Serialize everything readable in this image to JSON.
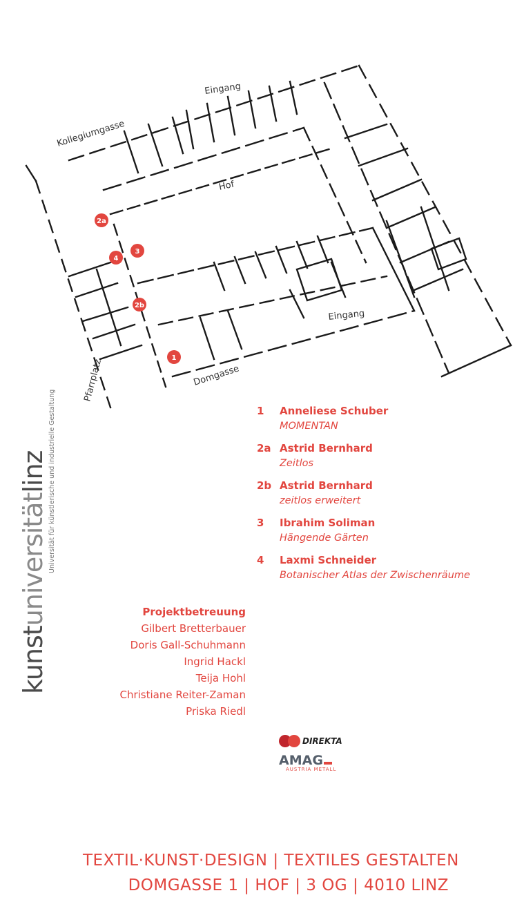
{
  "map": {
    "labels": {
      "eingang_top": "Eingang",
      "kollegiumgasse": "Kollegiumgasse",
      "hof": "Hof",
      "eingang_bottom": "Eingang",
      "domgasse": "Domgasse",
      "pfarrplatz": "Pfarrplatz"
    },
    "markers": [
      "1",
      "2a",
      "2b",
      "3",
      "4"
    ],
    "marker_color": "#e2463f",
    "line_color": "#1a1a1a"
  },
  "logo": {
    "kunst": "kunst",
    "universitaet": "universität",
    "linz": "linz",
    "tagline": "Universität für künstlerische und industrielle Gestaltung"
  },
  "artists": [
    {
      "num": "1",
      "name": "Anneliese Schuber",
      "title": "MOMENTAN"
    },
    {
      "num": "2a",
      "name": "Astrid Bernhard",
      "title": "Zeitlos"
    },
    {
      "num": "2b",
      "name": "Astrid Bernhard",
      "title": "zeitlos erweitert"
    },
    {
      "num": "3",
      "name": "Ibrahim Soliman",
      "title": "Hängende Gärten"
    },
    {
      "num": "4",
      "name": "Laxmi Schneider",
      "title": "Botanischer Atlas der Zwischenräume"
    }
  ],
  "team": {
    "heading": "Projektbetreuung",
    "members": [
      "Gilbert Bretterbauer",
      "Doris Gall-Schuhmann",
      "Ingrid Hackl",
      "Teija Hohl",
      "Christiane Reiter-Zaman",
      "Priska Riedl"
    ]
  },
  "sponsors": {
    "direkta": "DIREKTA",
    "amag": "AMAG",
    "amag_sub": "AUSTRIA METALL"
  },
  "footer": {
    "line1": "TEXTIL·KUNST·DESIGN | TEXTILES GESTALTEN",
    "line2": "DOMGASSE 1 | HOF | 3 OG | 4010 LINZ"
  },
  "colors": {
    "accent": "#e2463f",
    "logo_gray": "#555555"
  }
}
